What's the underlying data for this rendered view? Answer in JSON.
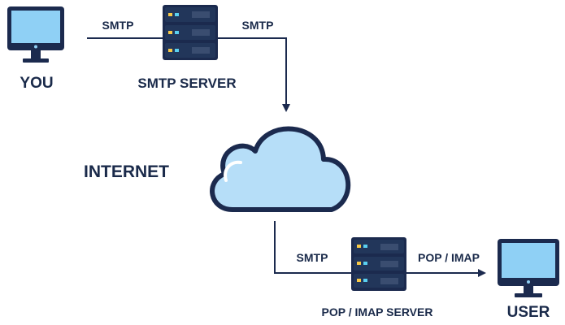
{
  "nodes": {
    "sender": {
      "label": "YOU",
      "icon": "desktop-computer-icon"
    },
    "smtp_server": {
      "label": "SMTP SERVER",
      "icon": "server-rack-icon"
    },
    "internet": {
      "label": "INTERNET",
      "icon": "cloud-icon"
    },
    "pop_imap_server": {
      "label": "POP / IMAP SERVER",
      "icon": "server-rack-icon"
    },
    "recipient": {
      "label": "USER",
      "icon": "desktop-computer-icon"
    }
  },
  "edges": {
    "you_to_smtp": {
      "label": "SMTP"
    },
    "smtp_to_internet": {
      "label": "SMTP"
    },
    "internet_to_pop": {
      "label": "SMTP"
    },
    "pop_to_user": {
      "label": "POP / IMAP"
    }
  },
  "colors": {
    "navy": "#1b2a4e",
    "screen_blue": "#8fd0f5",
    "cloud_fill": "#b6def8",
    "server_dark": "#1f3050",
    "server_mid": "#3a4d70",
    "led_yellow": "#f7c948",
    "led_cyan": "#5ad0f0",
    "line": "#1b2a4e"
  }
}
